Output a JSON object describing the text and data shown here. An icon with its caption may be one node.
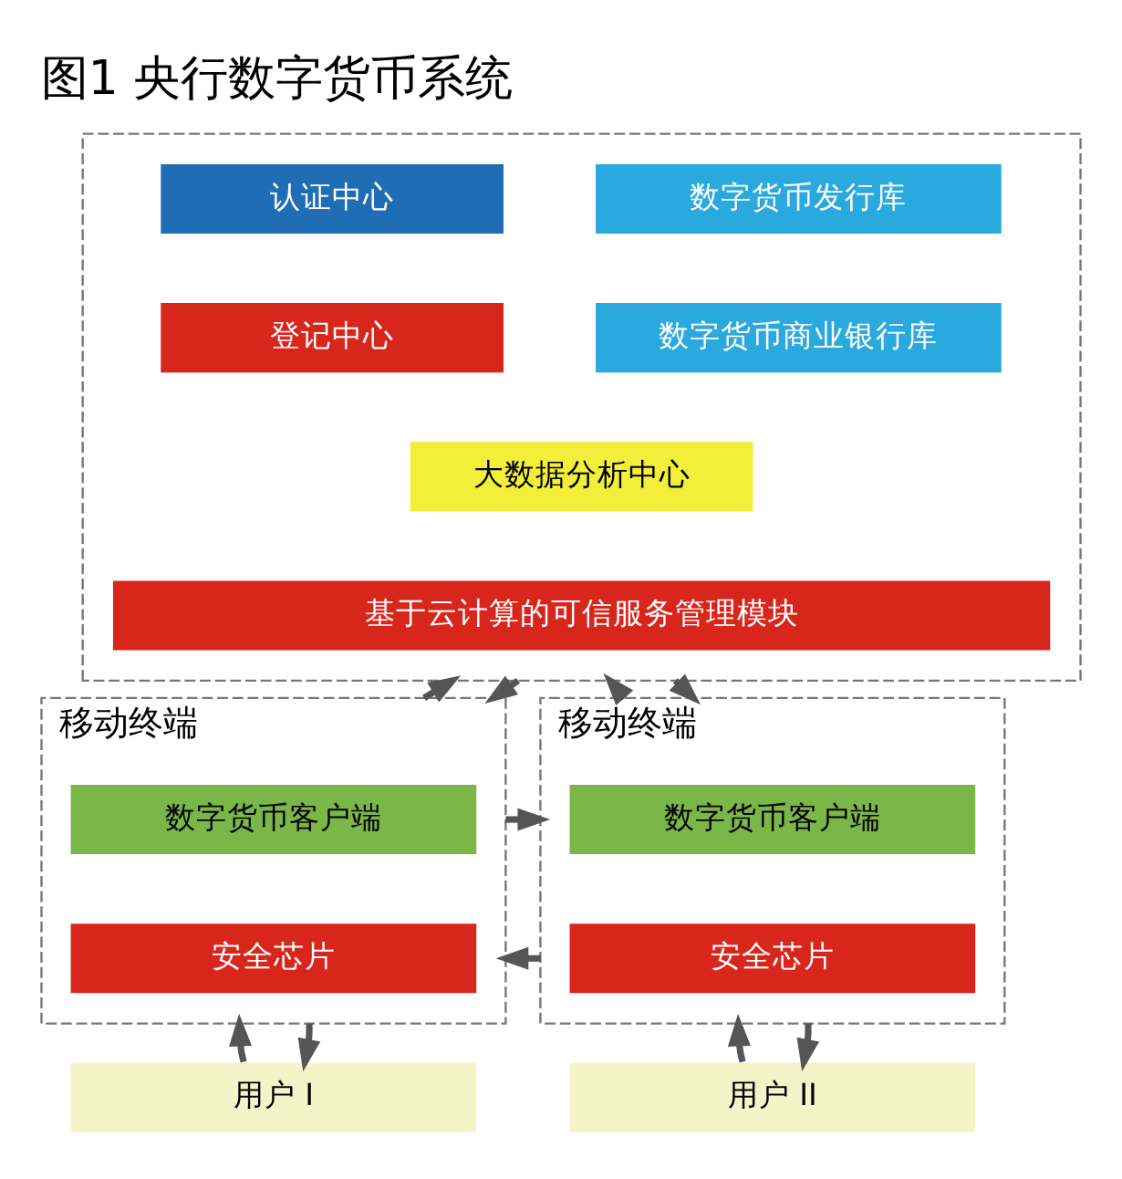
{
  "diagram": {
    "title": "图1 央行数字货币系统",
    "nodes": [
      {
        "text": [],
        "shape": "box"
      },
      {
        "text": [
          "认证中心"
        ],
        "in": 0
      },
      {
        "text": [
          "数字货币发行库"
        ],
        "in": 0
      },
      {
        "text": [
          "登记中心"
        ],
        "in": 0
      },
      {
        "text": [
          "数字货币商业银行库"
        ],
        "in": 0
      },
      {
        "text": [
          "大数据分析中心"
        ],
        "in": 0
      },
      {
        "text": [
          "基于云计算的可信服务管理模块"
        ],
        "in": 0
      },
      {
        "text": [
          "移动终端"
        ]
      },
      {
        "text": [
          "数字货币客户端"
        ],
        "in": 7
      },
      {
        "text": [
          "安全芯片"
        ],
        "in": 7
      },
      {
        "text": [
          "移动终端"
        ]
      },
      {
        "text": [
          "数字货币客户端"
        ],
        "in": 10
      },
      {
        "text": [
          "安全芯片"
        ],
        "in": 10
      },
      {
        "text": [
          "用户 I"
        ]
      },
      {
        "text": [
          "用户 II"
        ]
      }
    ],
    "edges": [
      {
        "from": 7,
        "to": 0,
        "arrow": "to"
      },
      {
        "from": 0,
        "to": 7,
        "arrow": "to"
      },
      {
        "from": 10,
        "to": 0,
        "arrow": "to"
      },
      {
        "from": 0,
        "to": 10,
        "arrow": "to"
      },
      {
        "from": 7,
        "to": 10,
        "arrow": "to"
      },
      {
        "from": 10,
        "to": 7,
        "arrow": "to"
      },
      {
        "from": 13,
        "to": 7,
        "arrow": "to"
      },
      {
        "from": 7,
        "to": 13,
        "arrow": "to"
      },
      {
        "from": 14,
        "to": 10,
        "arrow": "to"
      },
      {
        "from": 10,
        "to": 14,
        "arrow": "to"
      }
    ]
  }
}
